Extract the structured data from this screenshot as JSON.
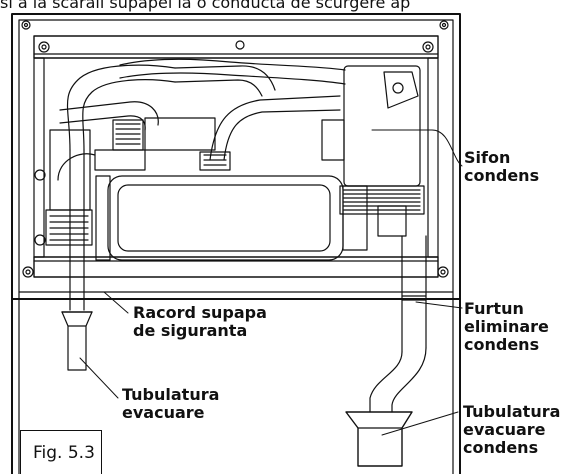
{
  "header": {
    "cut_text": "si a la scaraii supapei la o conducta de scurgere ap"
  },
  "labels": {
    "sifon_line1": "Sifon",
    "sifon_line2": "condens",
    "racord_line1": "Racord supapa",
    "racord_line2": "de siguranta",
    "furtun_line1": "Furtun",
    "furtun_line2": "eliminare",
    "furtun_line3": "condens",
    "tub_evac_line1": "Tubulatura",
    "tub_evac_line2": "evacuare",
    "tub_cond_line1": "Tubulatura",
    "tub_cond_line2": "evacuare",
    "tub_cond_line3": "condens"
  },
  "figure": {
    "caption": "Fig. 5.3"
  }
}
